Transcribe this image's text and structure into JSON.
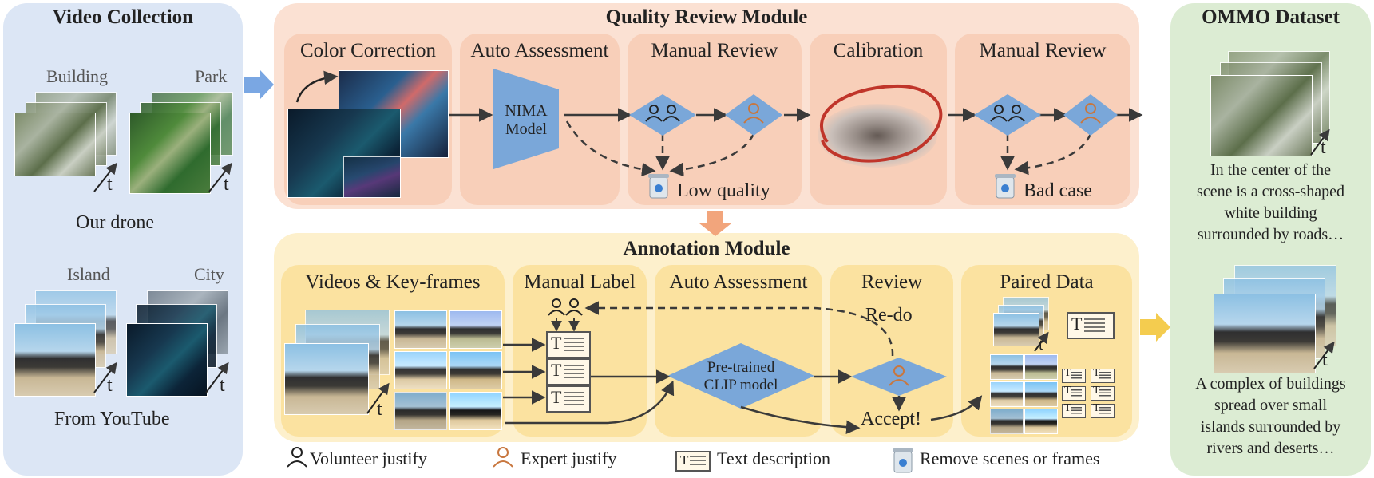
{
  "video_collection": {
    "title": "Video Collection",
    "building_label": "Building",
    "park_label": "Park",
    "our_drone_label": "Our drone",
    "island_label": "Island",
    "city_label": "City",
    "youtube_label": "From YouTube",
    "time_label": "t"
  },
  "quality_review": {
    "title": "Quality Review Module",
    "color_correction": "Color Correction",
    "auto_assessment": "Auto Assessment",
    "nima_line1": "NIMA",
    "nima_line2": "Model",
    "manual_review_1": "Manual Review",
    "calibration": "Calibration",
    "manual_review_2": "Manual Review",
    "low_quality": "Low quality",
    "bad_case": "Bad case"
  },
  "annotation": {
    "title": "Annotation Module",
    "videos_keyframes": "Videos & Key-frames",
    "manual_label": "Manual Label",
    "auto_assessment": "Auto Assessment",
    "review": "Review",
    "paired_data": "Paired Data",
    "redo": "Re-do",
    "clip_line1": "Pre-trained",
    "clip_line2": "CLIP model",
    "accept": "Accept!",
    "text_t": "T"
  },
  "legend": {
    "volunteer": "Volunteer justify",
    "expert": "Expert justify",
    "text_desc": "Text description",
    "remove": "Remove scenes or frames"
  },
  "ommo": {
    "title": "OMMO Dataset",
    "caption1": [
      "In the center of the",
      "scene is a cross-shaped",
      "white building",
      "surrounded by roads…"
    ],
    "caption2": [
      "A complex of buildings",
      "spread over small",
      "islands surrounded by",
      "rivers and deserts…"
    ]
  },
  "colors": {
    "video_panel": "#dce6f5",
    "quality_panel": "#fbe1d3",
    "quality_sub": "#f8cfb9",
    "annotation_panel": "#fdf0cc",
    "annotation_sub": "#fbe2a0",
    "ommo_panel": "#dcecd3",
    "diamond": "#7aa7d9",
    "expert": "#c8773f",
    "calibration_ring": "#c0352a"
  }
}
